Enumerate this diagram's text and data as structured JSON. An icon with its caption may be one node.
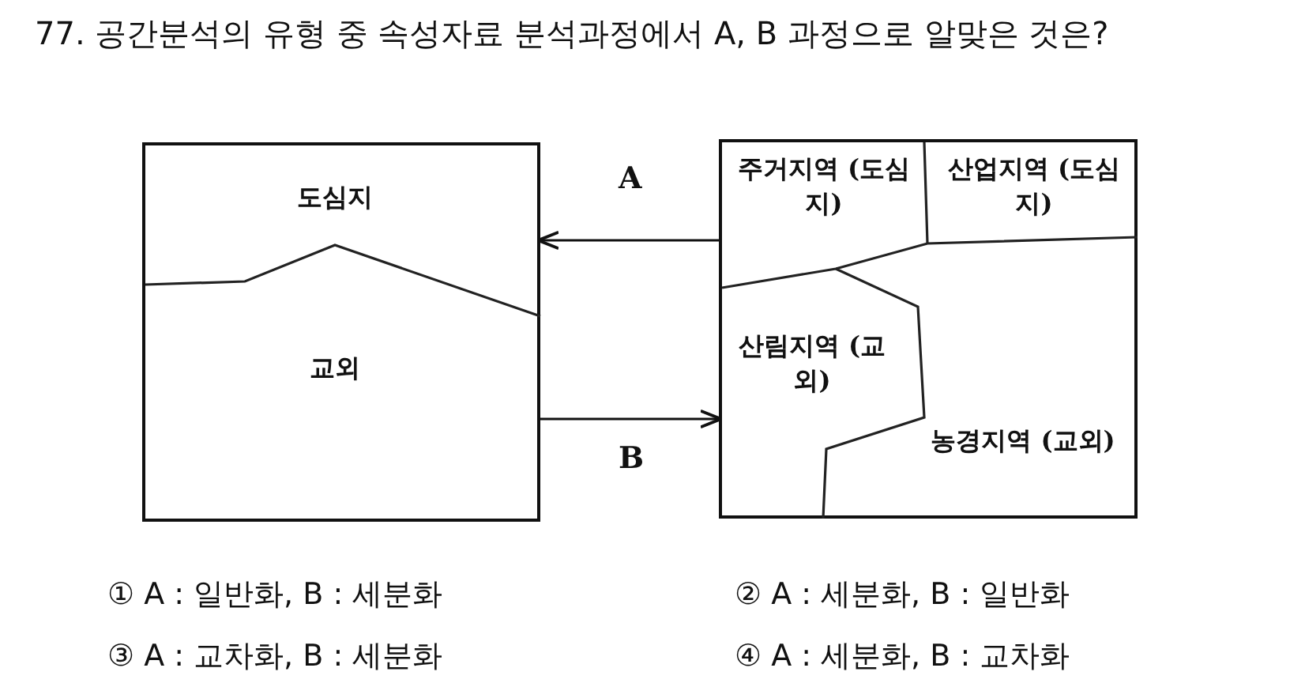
{
  "diagram": {
    "title": "77. 공간분석의 유형 중 속성자료 분석과정에서 A, B 과정으로 알맞은 것은?",
    "nodes": [
      {
        "text": [],
        "shape": "box"
      },
      {
        "text": [
          "도심지"
        ],
        "in": 0
      },
      {
        "text": [
          "교외"
        ],
        "in": 0
      },
      {
        "text": [],
        "shape": "box"
      },
      {
        "text": [
          "주거지역 (도심지)"
        ],
        "in": 3
      },
      {
        "text": [
          "산업지역 (도심지)"
        ],
        "in": 3
      },
      {
        "text": [
          "산림지역 (교외)"
        ],
        "in": 3
      },
      {
        "text": [
          "농경지역 (교외)"
        ],
        "in": 3
      }
    ],
    "edges": [
      {
        "from": 3,
        "to": 0,
        "arrow": "to",
        "label": "A"
      },
      {
        "from": 0,
        "to": 3,
        "arrow": "to",
        "label": "B"
      }
    ],
    "labels": [
      "① A : 일반화, B : 세분화",
      "② A : 세분화, B : 일반화",
      "③ A : 교차화, B : 세분화",
      "④ A : 세분화, B : 교차화"
    ]
  }
}
